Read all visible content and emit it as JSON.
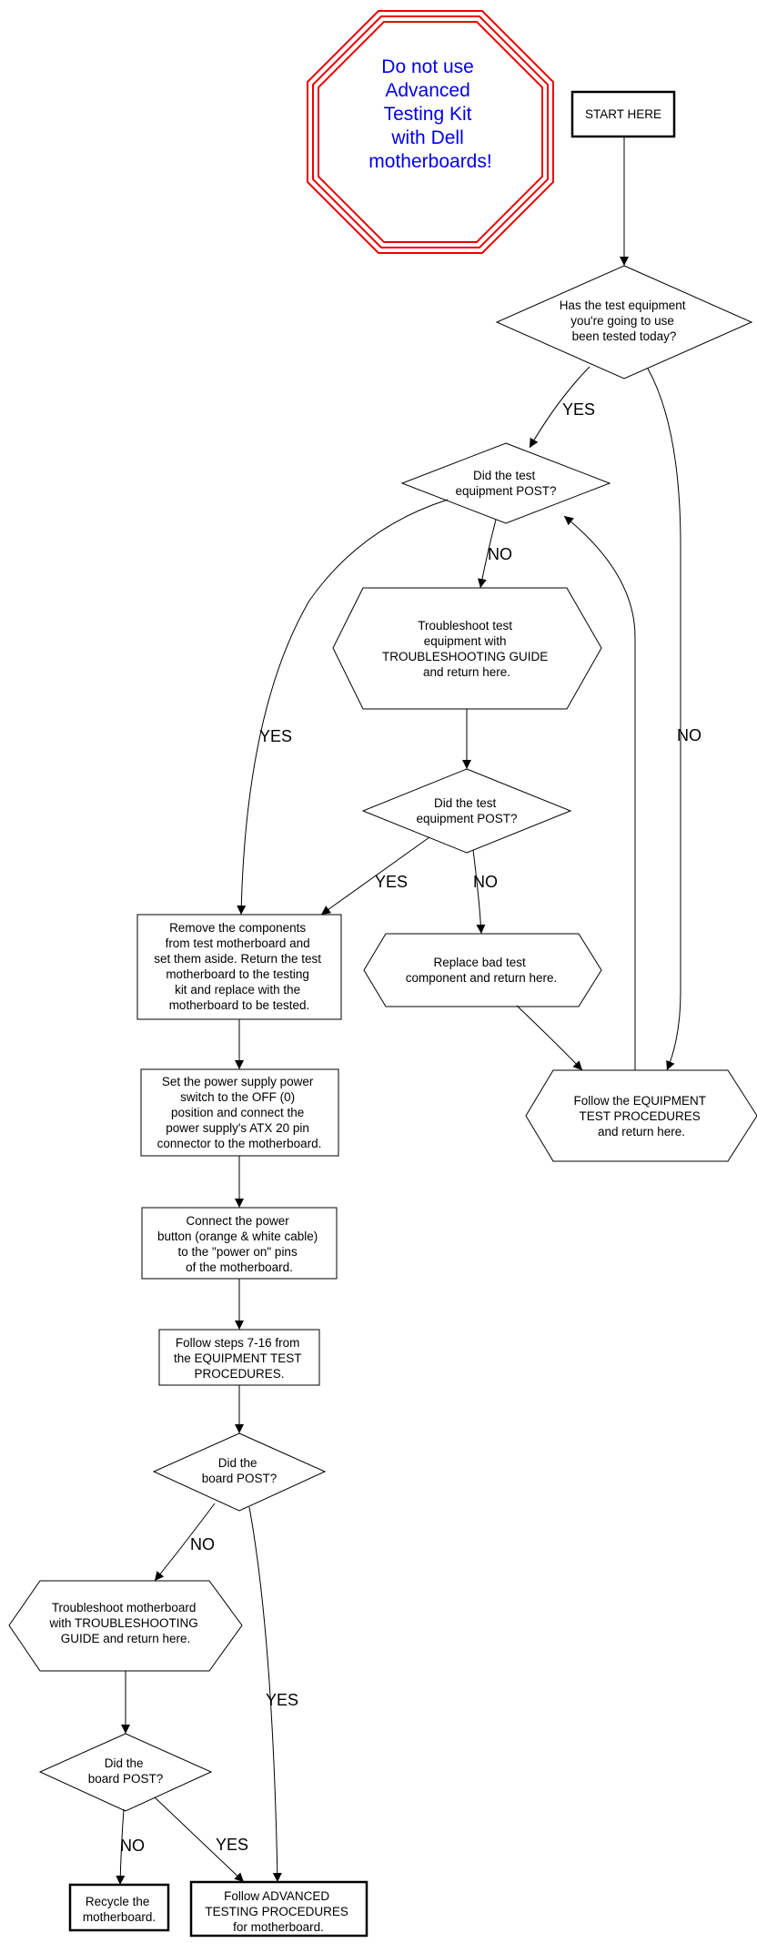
{
  "warning": {
    "lines": [
      "Do not use",
      "Advanced",
      "Testing Kit",
      "with Dell",
      "motherboards!"
    ],
    "border_color": "#ee0000",
    "text_color": "#0000ee"
  },
  "nodes": {
    "start": {
      "lines": [
        "START HERE"
      ]
    },
    "q_tested": {
      "lines": [
        "Has the test equipment",
        "you're going to use",
        "been tested today?"
      ]
    },
    "q_post1": {
      "lines": [
        "Did the test",
        "equipment POST?"
      ]
    },
    "troubleshoot_equipment": {
      "lines": [
        "Troubleshoot test",
        "equipment with",
        "TROUBLESHOOTING GUIDE",
        "and return here."
      ]
    },
    "q_post2": {
      "lines": [
        "Did the test",
        "equipment POST?"
      ]
    },
    "replace_component": {
      "lines": [
        "Replace bad test",
        "component and return here."
      ]
    },
    "follow_equipment_test": {
      "lines": [
        "Follow the EQUIPMENT",
        "TEST PROCEDURES",
        "and return here."
      ]
    },
    "remove_components": {
      "lines": [
        "Remove the components",
        "from test motherboard and",
        "set them aside. Return the test",
        "motherboard to the testing",
        "kit and replace with the",
        "motherboard to be tested."
      ]
    },
    "set_power": {
      "lines": [
        "Set the power supply power",
        "switch to the OFF (0)",
        "position and connect the",
        "power supply's ATX 20 pin",
        "connector to the motherboard."
      ]
    },
    "connect_button": {
      "lines": [
        "Connect the power",
        "button (orange & white cable)",
        "to the \"power on\" pins",
        "of the motherboard."
      ]
    },
    "follow_steps": {
      "lines": [
        "Follow steps 7-16 from",
        "the EQUIPMENT TEST",
        "PROCEDURES."
      ]
    },
    "q_board1": {
      "lines": [
        "Did the",
        "board POST?"
      ]
    },
    "troubleshoot_mb": {
      "lines": [
        "Troubleshoot motherboard",
        "with TROUBLESHOOTING",
        "GUIDE and return here."
      ]
    },
    "q_board2": {
      "lines": [
        "Did the",
        "board POST?"
      ]
    },
    "recycle": {
      "lines": [
        "Recycle the",
        "motherboard."
      ]
    },
    "follow_advanced": {
      "lines": [
        "Follow ADVANCED",
        "TESTING PROCEDURES",
        "for motherboard."
      ]
    }
  },
  "edges": [
    {
      "id": "start-q_tested",
      "label": ""
    },
    {
      "id": "q_tested-q_post1",
      "label": "YES"
    },
    {
      "id": "q_tested-follow_equipment_test",
      "label": "NO"
    },
    {
      "id": "q_post1-troubleshoot_equipment",
      "label": "NO"
    },
    {
      "id": "q_post1-remove_components",
      "label": "YES"
    },
    {
      "id": "troubleshoot_equipment-q_post2",
      "label": ""
    },
    {
      "id": "q_post2-remove_components",
      "label": "YES"
    },
    {
      "id": "q_post2-replace_component",
      "label": "NO"
    },
    {
      "id": "replace_component-follow_equipment_test",
      "label": ""
    },
    {
      "id": "follow_equipment_test-q_post1",
      "label": ""
    },
    {
      "id": "remove_components-set_power",
      "label": ""
    },
    {
      "id": "set_power-connect_button",
      "label": ""
    },
    {
      "id": "connect_button-follow_steps",
      "label": ""
    },
    {
      "id": "follow_steps-q_board1",
      "label": ""
    },
    {
      "id": "q_board1-troubleshoot_mb",
      "label": "NO"
    },
    {
      "id": "q_board1-follow_advanced",
      "label": "YES"
    },
    {
      "id": "troubleshoot_mb-q_board2",
      "label": ""
    },
    {
      "id": "q_board2-recycle",
      "label": "NO"
    },
    {
      "id": "q_board2-follow_advanced",
      "label": "YES"
    }
  ]
}
